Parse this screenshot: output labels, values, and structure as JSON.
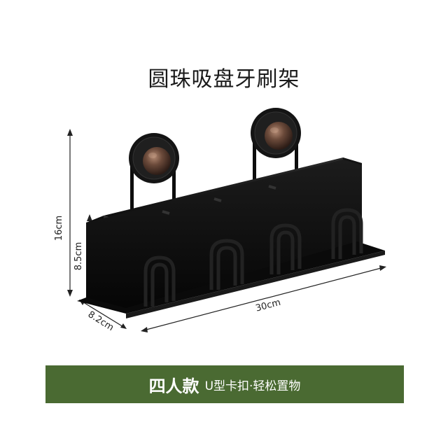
{
  "title": "圆珠吸盘牙刷架",
  "dimensions": {
    "height_total": "16cm",
    "height_box": "8.5cm",
    "width": "30cm",
    "depth": "8.2cm"
  },
  "banner": {
    "main": "四人款",
    "sub": "U型卡扣·轻松置物"
  },
  "colors": {
    "banner_bg": "#4a6a32",
    "product_black": "#111111",
    "knob_wood": "#6b4a3a"
  }
}
